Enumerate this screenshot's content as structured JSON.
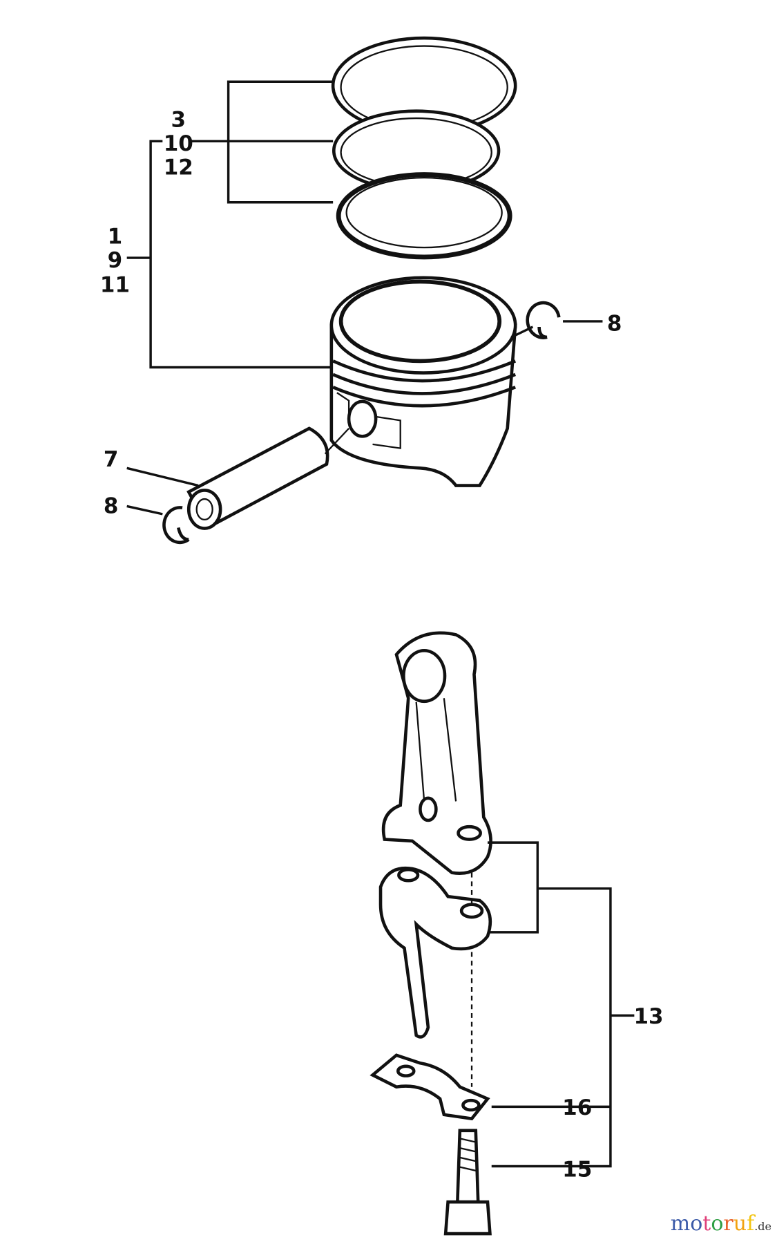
{
  "labels": {
    "rings_group": [
      "3",
      "10",
      "12"
    ],
    "piston_group": [
      "1",
      "9",
      "11"
    ],
    "circlip_right": "8",
    "pin": "7",
    "circlip_left": "8",
    "conrod_assembly": "13",
    "lock_plate": "16",
    "bolt": "15"
  },
  "watermark": {
    "text": "motoruf",
    "suffix": ".de",
    "letter_colors": [
      "#3b5aa8",
      "#3b5aa8",
      "#e0407a",
      "#2f9e44",
      "#e8622a",
      "#f2a30f",
      "#f2c40f"
    ]
  }
}
